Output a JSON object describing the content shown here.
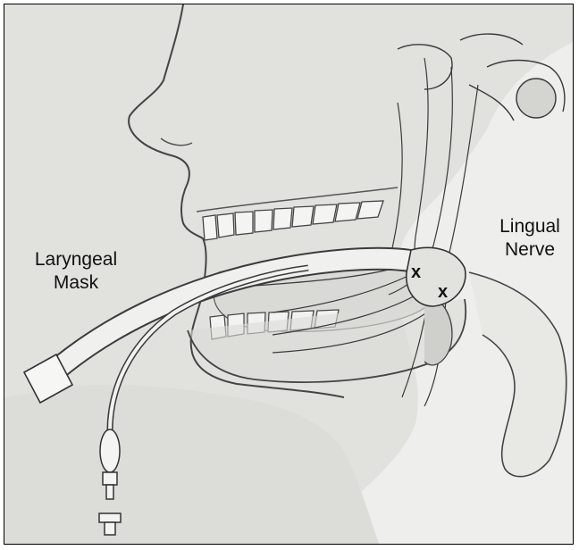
{
  "labels": {
    "laryngeal_mask": {
      "line1": "Laryngeal",
      "line2": "Mask"
    },
    "lingual_nerve": {
      "line1": "Lingual",
      "line2": "Nerve"
    }
  },
  "markers": [
    "x",
    "x"
  ],
  "colors": {
    "background": "#eeeeec",
    "skin_shade": "#d8d8d5",
    "line": "#333333",
    "frame": "#000000"
  }
}
